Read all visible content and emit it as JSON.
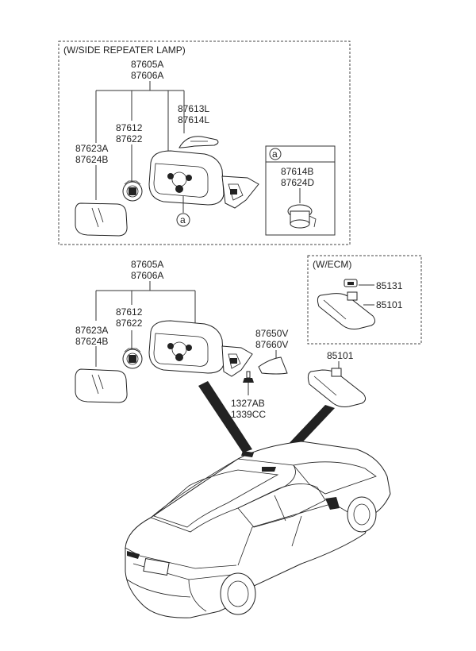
{
  "top_group": {
    "title": "(W/SIDE REPEATER LAMP)",
    "mirror_assy": [
      "87605A",
      "87606A"
    ],
    "cover": [
      "87613L",
      "87614L"
    ],
    "actuator": [
      "87612",
      "87622"
    ],
    "glass": [
      "87623A",
      "87624B"
    ],
    "callout": "a",
    "detail_box": {
      "marker": "a",
      "part": [
        "87614B",
        "87624D"
      ]
    }
  },
  "middle_group": {
    "mirror_assy": [
      "87605A",
      "87606A"
    ],
    "actuator": [
      "87612",
      "87622"
    ],
    "glass": [
      "87623A",
      "87624B"
    ],
    "garnish": [
      "87650V",
      "87660V"
    ],
    "bolt": [
      "1327AB",
      "1339CC"
    ]
  },
  "ecm_group": {
    "title": "(W/ECM)",
    "sensor": "85131",
    "inside_mirror": "85101"
  },
  "inside_mirror_std": "85101"
}
